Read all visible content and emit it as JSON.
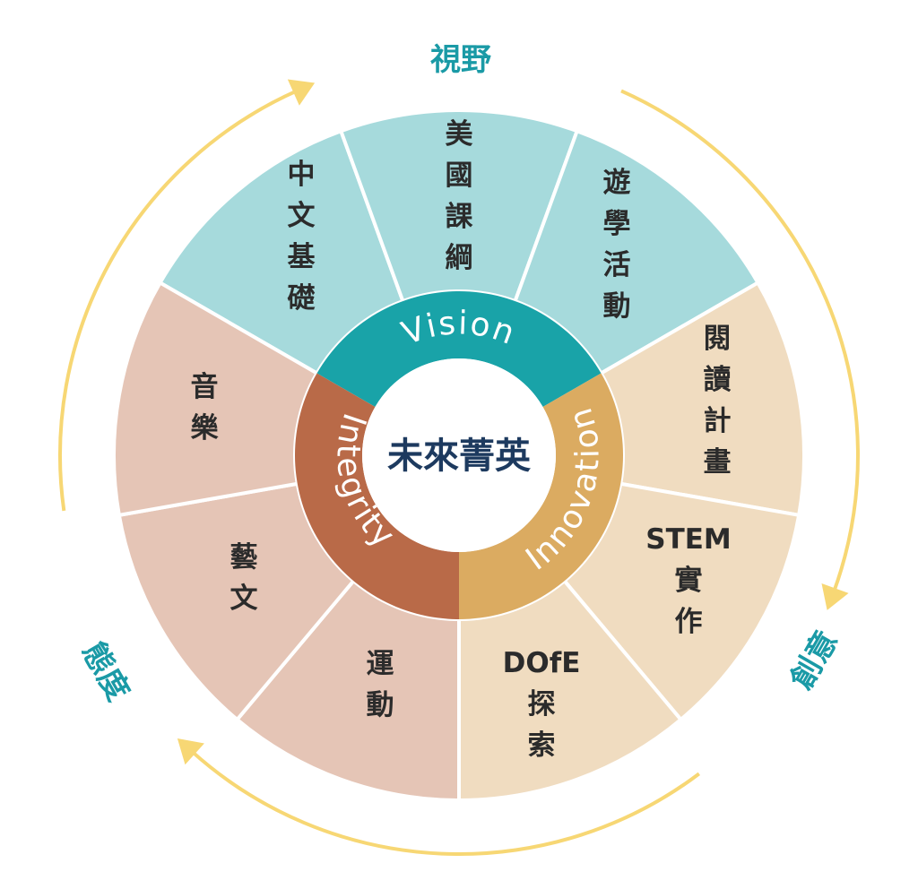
{
  "center": {
    "label": "未來菁英"
  },
  "colors": {
    "vision_segment": "#a6dadc",
    "innovation_segment": "#f0dcc0",
    "integrity_segment": "#e5c5b6",
    "vision_ring": "#19a3a8",
    "innovation_ring": "#dbab61",
    "integrity_ring": "#b96a48",
    "arrow": "#f7d774",
    "outer_label": "#1a9aa6",
    "center_text": "#1d3a5f"
  },
  "pillars": [
    {
      "id": "vision",
      "label": "Vision"
    },
    {
      "id": "innovation",
      "label": "Innovation"
    },
    {
      "id": "integrity",
      "label": "Integrity"
    }
  ],
  "outer_labels": {
    "top": "視野",
    "right": "創意",
    "left": "態度"
  },
  "segments": [
    {
      "id": "chinese",
      "group": "vision",
      "lines": [
        "中",
        "文",
        "基",
        "礎"
      ]
    },
    {
      "id": "us-curriculum",
      "group": "vision",
      "lines": [
        "美",
        "國",
        "課",
        "綱"
      ]
    },
    {
      "id": "study-tour",
      "group": "vision",
      "lines": [
        "遊",
        "學",
        "活",
        "動"
      ]
    },
    {
      "id": "reading",
      "group": "innovation",
      "lines": [
        "閱",
        "讀",
        "計",
        "畫"
      ]
    },
    {
      "id": "stem",
      "group": "innovation",
      "lines": [
        "STEM",
        "實",
        "作"
      ]
    },
    {
      "id": "dofe",
      "group": "innovation",
      "lines": [
        "DOfE",
        "探",
        "索"
      ]
    },
    {
      "id": "sports",
      "group": "integrity",
      "lines": [
        "運",
        "動"
      ]
    },
    {
      "id": "arts",
      "group": "integrity",
      "lines": [
        "藝",
        "文"
      ]
    },
    {
      "id": "music",
      "group": "integrity",
      "lines": [
        "音",
        "樂"
      ]
    }
  ]
}
